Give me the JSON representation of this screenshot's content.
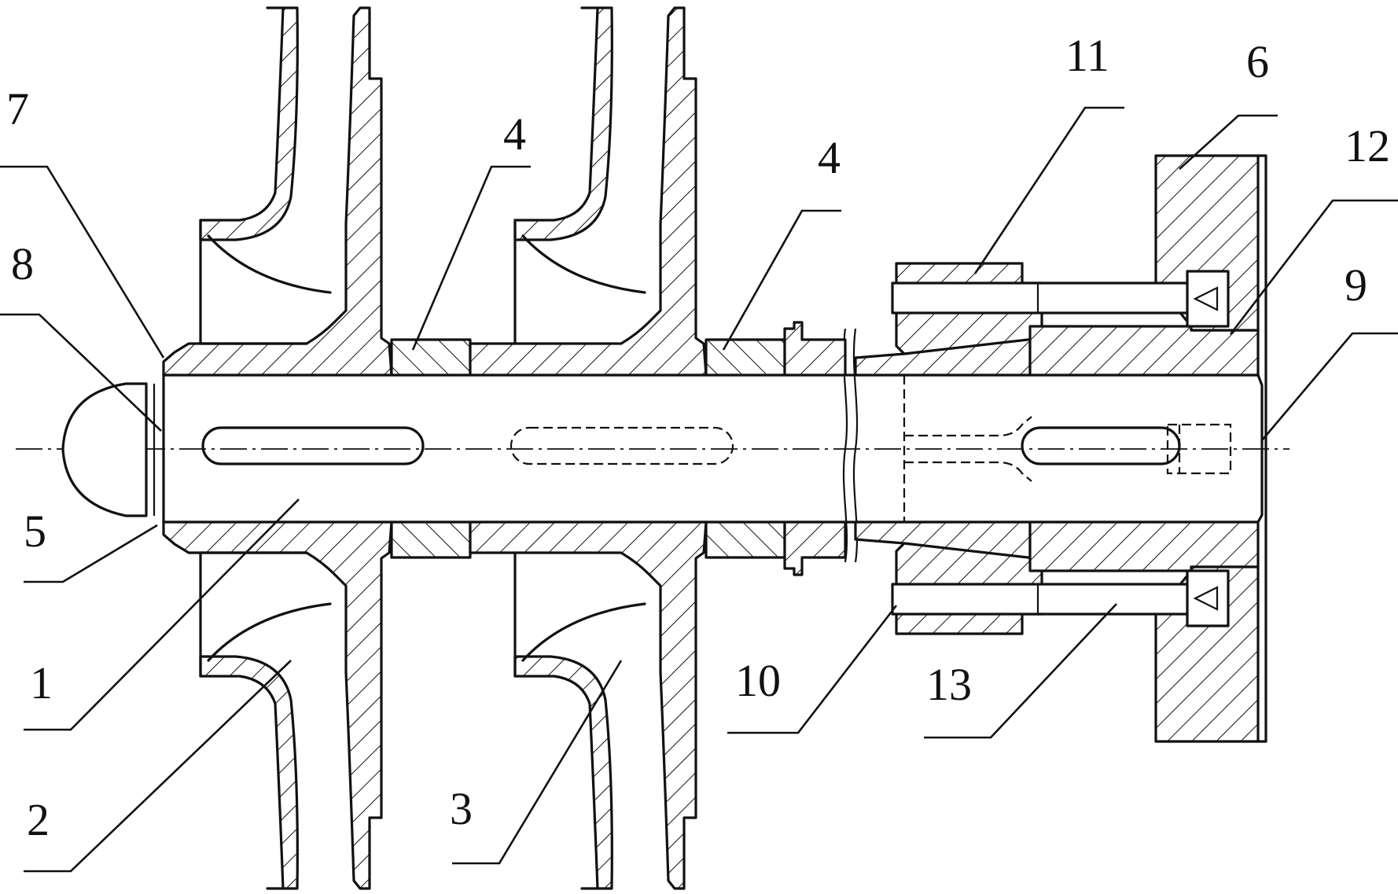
{
  "drawing": {
    "type": "mechanical-section-drawing",
    "callouts": [
      {
        "id": "c1",
        "text": "1"
      },
      {
        "id": "c2",
        "text": "2"
      },
      {
        "id": "c3",
        "text": "3"
      },
      {
        "id": "c4a",
        "text": "4"
      },
      {
        "id": "c4b",
        "text": "4"
      },
      {
        "id": "c5",
        "text": "5"
      },
      {
        "id": "c6",
        "text": "6"
      },
      {
        "id": "c7",
        "text": "7"
      },
      {
        "id": "c8",
        "text": "8"
      },
      {
        "id": "c9",
        "text": "9"
      },
      {
        "id": "c10",
        "text": "10"
      },
      {
        "id": "c11",
        "text": "11"
      },
      {
        "id": "c12",
        "text": "12"
      },
      {
        "id": "c13",
        "text": "13"
      }
    ]
  }
}
